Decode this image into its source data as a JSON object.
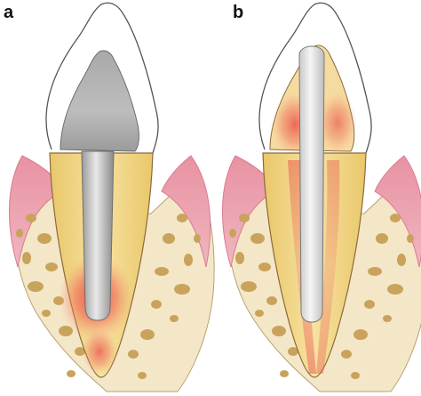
{
  "panels": [
    {
      "label": "a",
      "variant": "cast post-and-core with crown"
    },
    {
      "label": "b",
      "variant": "fiber post through crown"
    }
  ],
  "colors": {
    "crown_outline": "#7a7a7a",
    "gingiva": "#e9a3b0",
    "gingiva_dark": "#d9788c",
    "bone": "#f3e6c6",
    "bone_pores": "#c8a05a",
    "root_dentin": "#f2d77e",
    "stress_red": "#e53a3a",
    "metal_light": "#e6e6e6",
    "metal_dark": "#8e8e8e"
  }
}
